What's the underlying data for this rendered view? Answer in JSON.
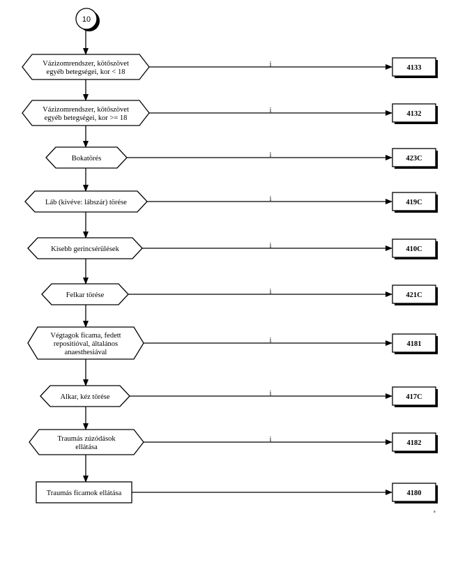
{
  "start": {
    "label": "10"
  },
  "branch_label": "i",
  "decisions": [
    {
      "lines": [
        "Vázizomrendszer, kötőszövet",
        "egyéb betegségei, kor < 18"
      ],
      "code": "4133"
    },
    {
      "lines": [
        "Vázizomrendszer, kötőszövet",
        "egyéb betegségei, kor >= 18"
      ],
      "code": "4132"
    },
    {
      "lines": [
        "Bokatörés"
      ],
      "code": "423C"
    },
    {
      "lines": [
        "Láb (kivéve: lábszár)  törése"
      ],
      "code": "419C"
    },
    {
      "lines": [
        "Kisebb gerincsérülések"
      ],
      "code": "410C"
    },
    {
      "lines": [
        "Felkar törése"
      ],
      "code": "421C"
    },
    {
      "lines": [
        "Végtagok ficama, fedett",
        "repositióval, általános",
        "anaesthesiával"
      ],
      "code": "4181"
    },
    {
      "lines": [
        "Alkar, kéz törése"
      ],
      "code": "417C"
    },
    {
      "lines": [
        "Traumás zúzódások",
        "ellátása"
      ],
      "code": "4182"
    }
  ],
  "final": {
    "lines": [
      "Traumás ficamok ellátása"
    ],
    "code": "4180"
  },
  "footnote": "a"
}
